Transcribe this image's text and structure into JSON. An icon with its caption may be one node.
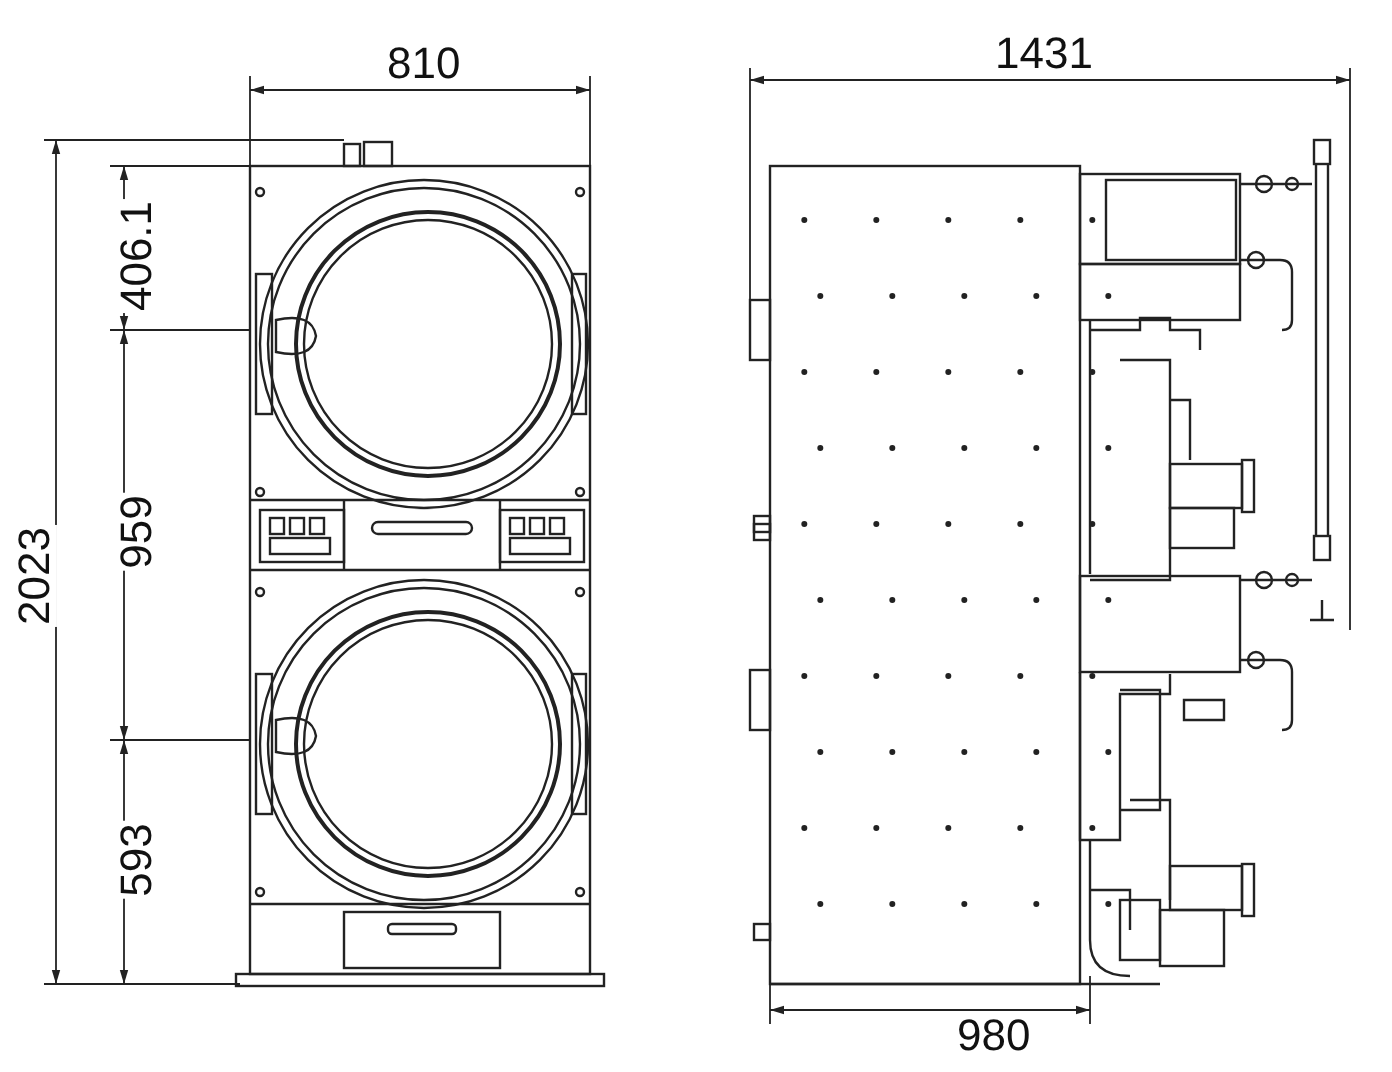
{
  "diagram": {
    "labels": [
      "810",
      "1431",
      "406.1",
      "2023",
      "959",
      "593",
      "980"
    ]
  }
}
